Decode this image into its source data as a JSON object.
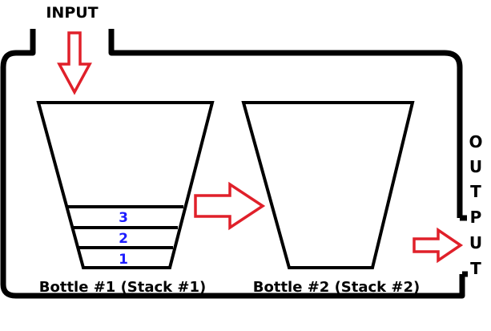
{
  "diagram": {
    "input_label": "INPUT",
    "output_letters": [
      "O",
      "U",
      "T",
      "P",
      "U",
      "T"
    ],
    "bottle1": {
      "label": "Bottle #1 (Stack #1)",
      "stack_items": [
        "3",
        "2",
        "1"
      ]
    },
    "bottle2": {
      "label": "Bottle #2 (Stack #2)"
    },
    "colors": {
      "outline": "#000000",
      "arrow_stroke": "#e0202a",
      "arrow_fill": "#ffffff",
      "stack_number": "#1c1cff"
    }
  }
}
